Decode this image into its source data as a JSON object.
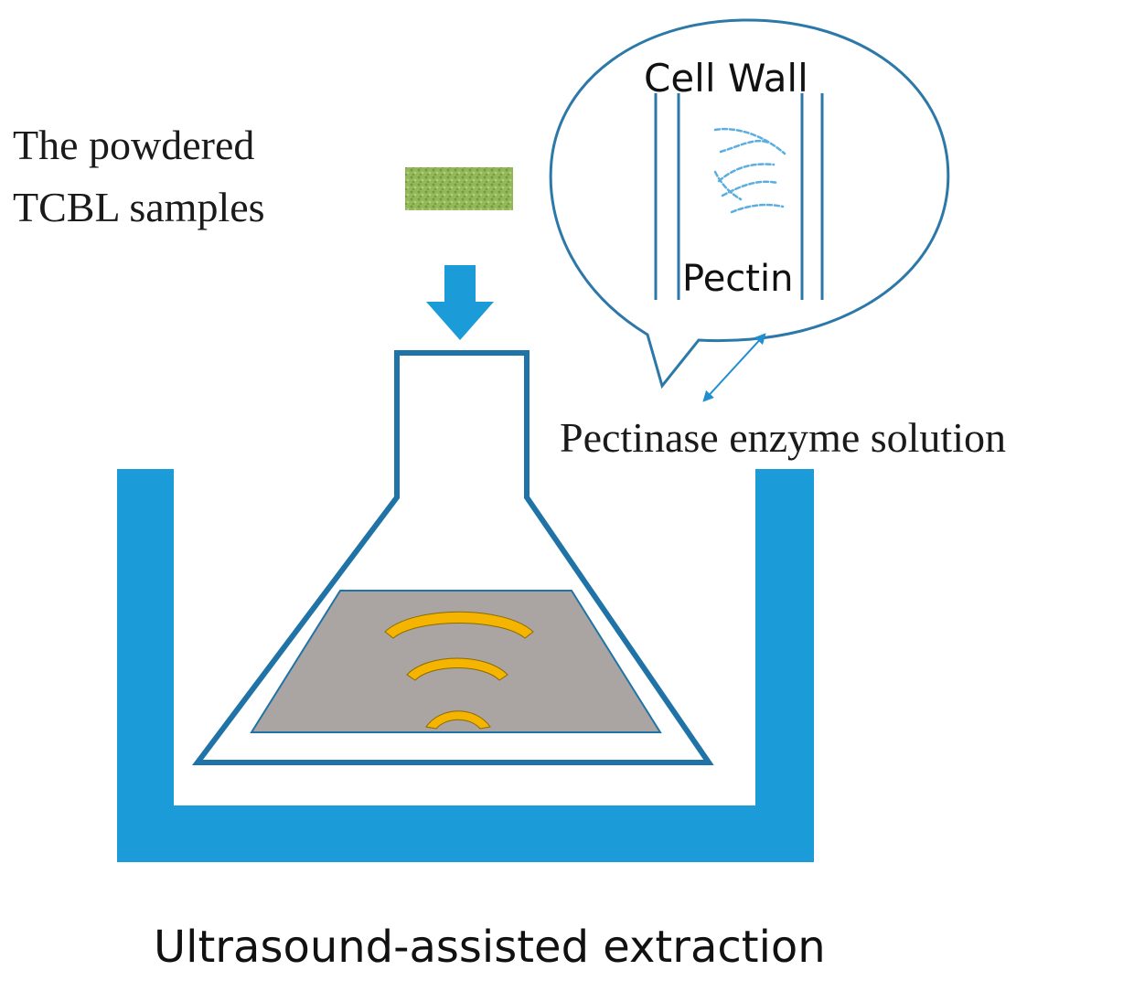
{
  "labels": {
    "powdered_line1": "The powdered",
    "powdered_line2": "TCBL samples",
    "cell_wall": "Cell Wall",
    "pectin": "Pectin",
    "enzyme": "Pectinase enzyme solution",
    "caption": "Ultrasound-assisted extraction"
  },
  "colors": {
    "bath_blue": "#1b9cd8",
    "flask_outline": "#1f73a6",
    "liquid_gray": "#aaa5a2",
    "wave_yellow": "#f4b400",
    "powder_green": "#93b85a",
    "bubble_outline": "#2c78a8",
    "fiber_blue": "#5aaee0"
  }
}
